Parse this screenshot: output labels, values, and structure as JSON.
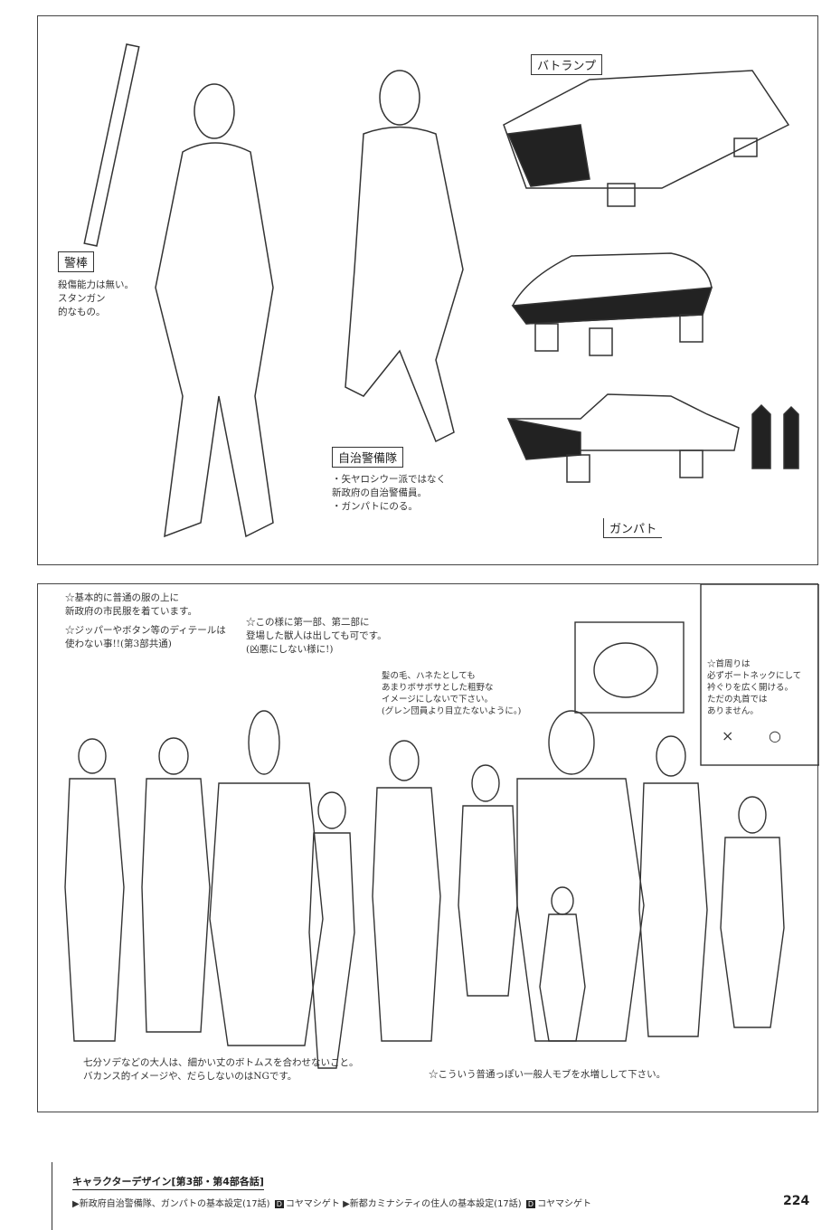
{
  "top_panel": {
    "vehicle_lamp_label": "バトランプ",
    "baton_label": "警棒",
    "baton_note": "殺傷能力は無い。\nスタンガン\n的なもの。",
    "unit_label": "自治警備隊",
    "unit_note": "・矢ヤロシウー派ではなく\n新政府の自治警備員。\n・ガンパトにのる。",
    "vehicle_label": "ガンパト"
  },
  "bottom_panel": {
    "note_clothes": "☆基本的に普通の服の上に\n新政府の市民服を着ています。",
    "note_details": "☆ジッパーやボタン等のディテールは\n使わない事!!(第3部共通)",
    "note_beastmen": "☆この様に第一部、第二部に\n登場した獣人は出しても可です。\n(凶悪にしない様に!)",
    "note_hair": "髪の毛、ハネたとしても\nあまりボサボサとした粗野な\nイメージにしないで下さい。\n(グレン団員より目立たないように。)",
    "note_neck": "☆首周りは\n必ずボートネックにして\n衿ぐりを広く開ける。\nただの丸首では\nありません。",
    "mark_wrong": "×",
    "mark_right": "○",
    "note_bottoms": "七分ソデなどの大人は、細かい丈のボトムスを合わせないこと。\nバカンス的イメージや、だらしないのはNGです。",
    "note_mob": "☆こういう普通っぽい一般人モブを水増しして下さい。"
  },
  "footer": {
    "title": "キャラクターデザイン[第3部・第4部各話]",
    "caption_1": "▶新政府自治警備隊、ガンパトの基本設定(17話)",
    "designer_badge": "D",
    "designer_1": "コヤマシゲト",
    "caption_2": "▶新都カミナシティの住人の基本設定(17話)",
    "designer_2": "コヤマシゲト",
    "page_number": "224"
  }
}
